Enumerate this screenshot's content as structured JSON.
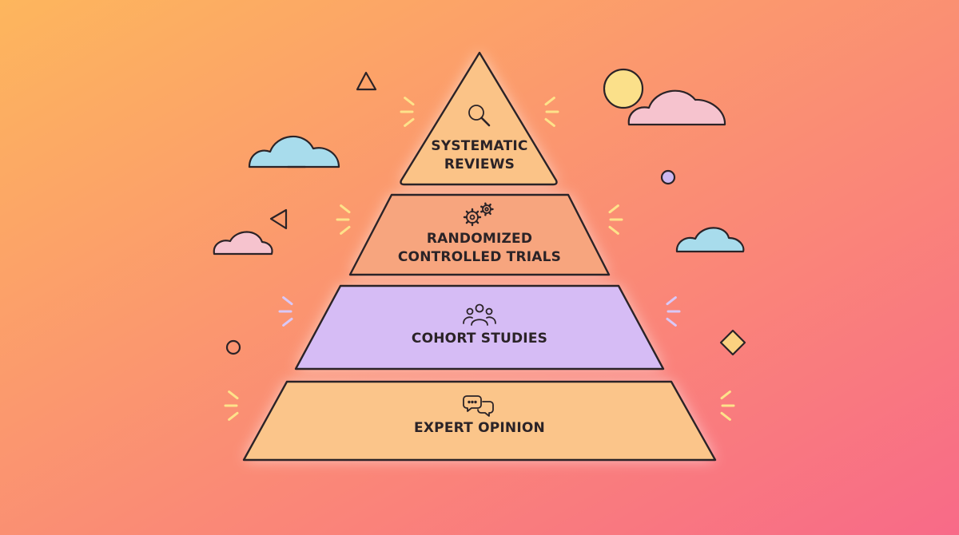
{
  "diagram": {
    "levels": [
      {
        "id": "systematic-reviews",
        "lines": [
          "SYSTEMATIC",
          "REVIEWS"
        ],
        "icon": "magnifier-icon",
        "fill": "#fbc387"
      },
      {
        "id": "randomized-controlled-trials",
        "lines": [
          "RANDOMIZED",
          "CONTROLLED TRIALS"
        ],
        "icon": "gears-icon",
        "fill": "#f7a57e"
      },
      {
        "id": "cohort-studies",
        "lines": [
          "COHORT STUDIES"
        ],
        "icon": "people-icon",
        "fill": "#d6bcf5"
      },
      {
        "id": "expert-opinion",
        "lines": [
          "EXPERT OPINION"
        ],
        "icon": "chat-bubbles-icon",
        "fill": "#fbc58a"
      }
    ],
    "colors": {
      "background_start": "#fdb65d",
      "background_end": "#f86a88",
      "outline": "#2b2327",
      "cloud_blue": "#a8dcec",
      "cloud_pink": "#f6c3ce",
      "sun": "#fbe08a",
      "diamond": "#fbd180",
      "dot_purple": "#cdb8f0",
      "spark_yellow": "#fde28a",
      "spark_lavender": "#d9c8f8"
    },
    "decorations": [
      "cloud-icon",
      "sun-icon",
      "triangle-icon",
      "diamond-icon",
      "dot-icon",
      "sparkle-icon"
    ]
  }
}
